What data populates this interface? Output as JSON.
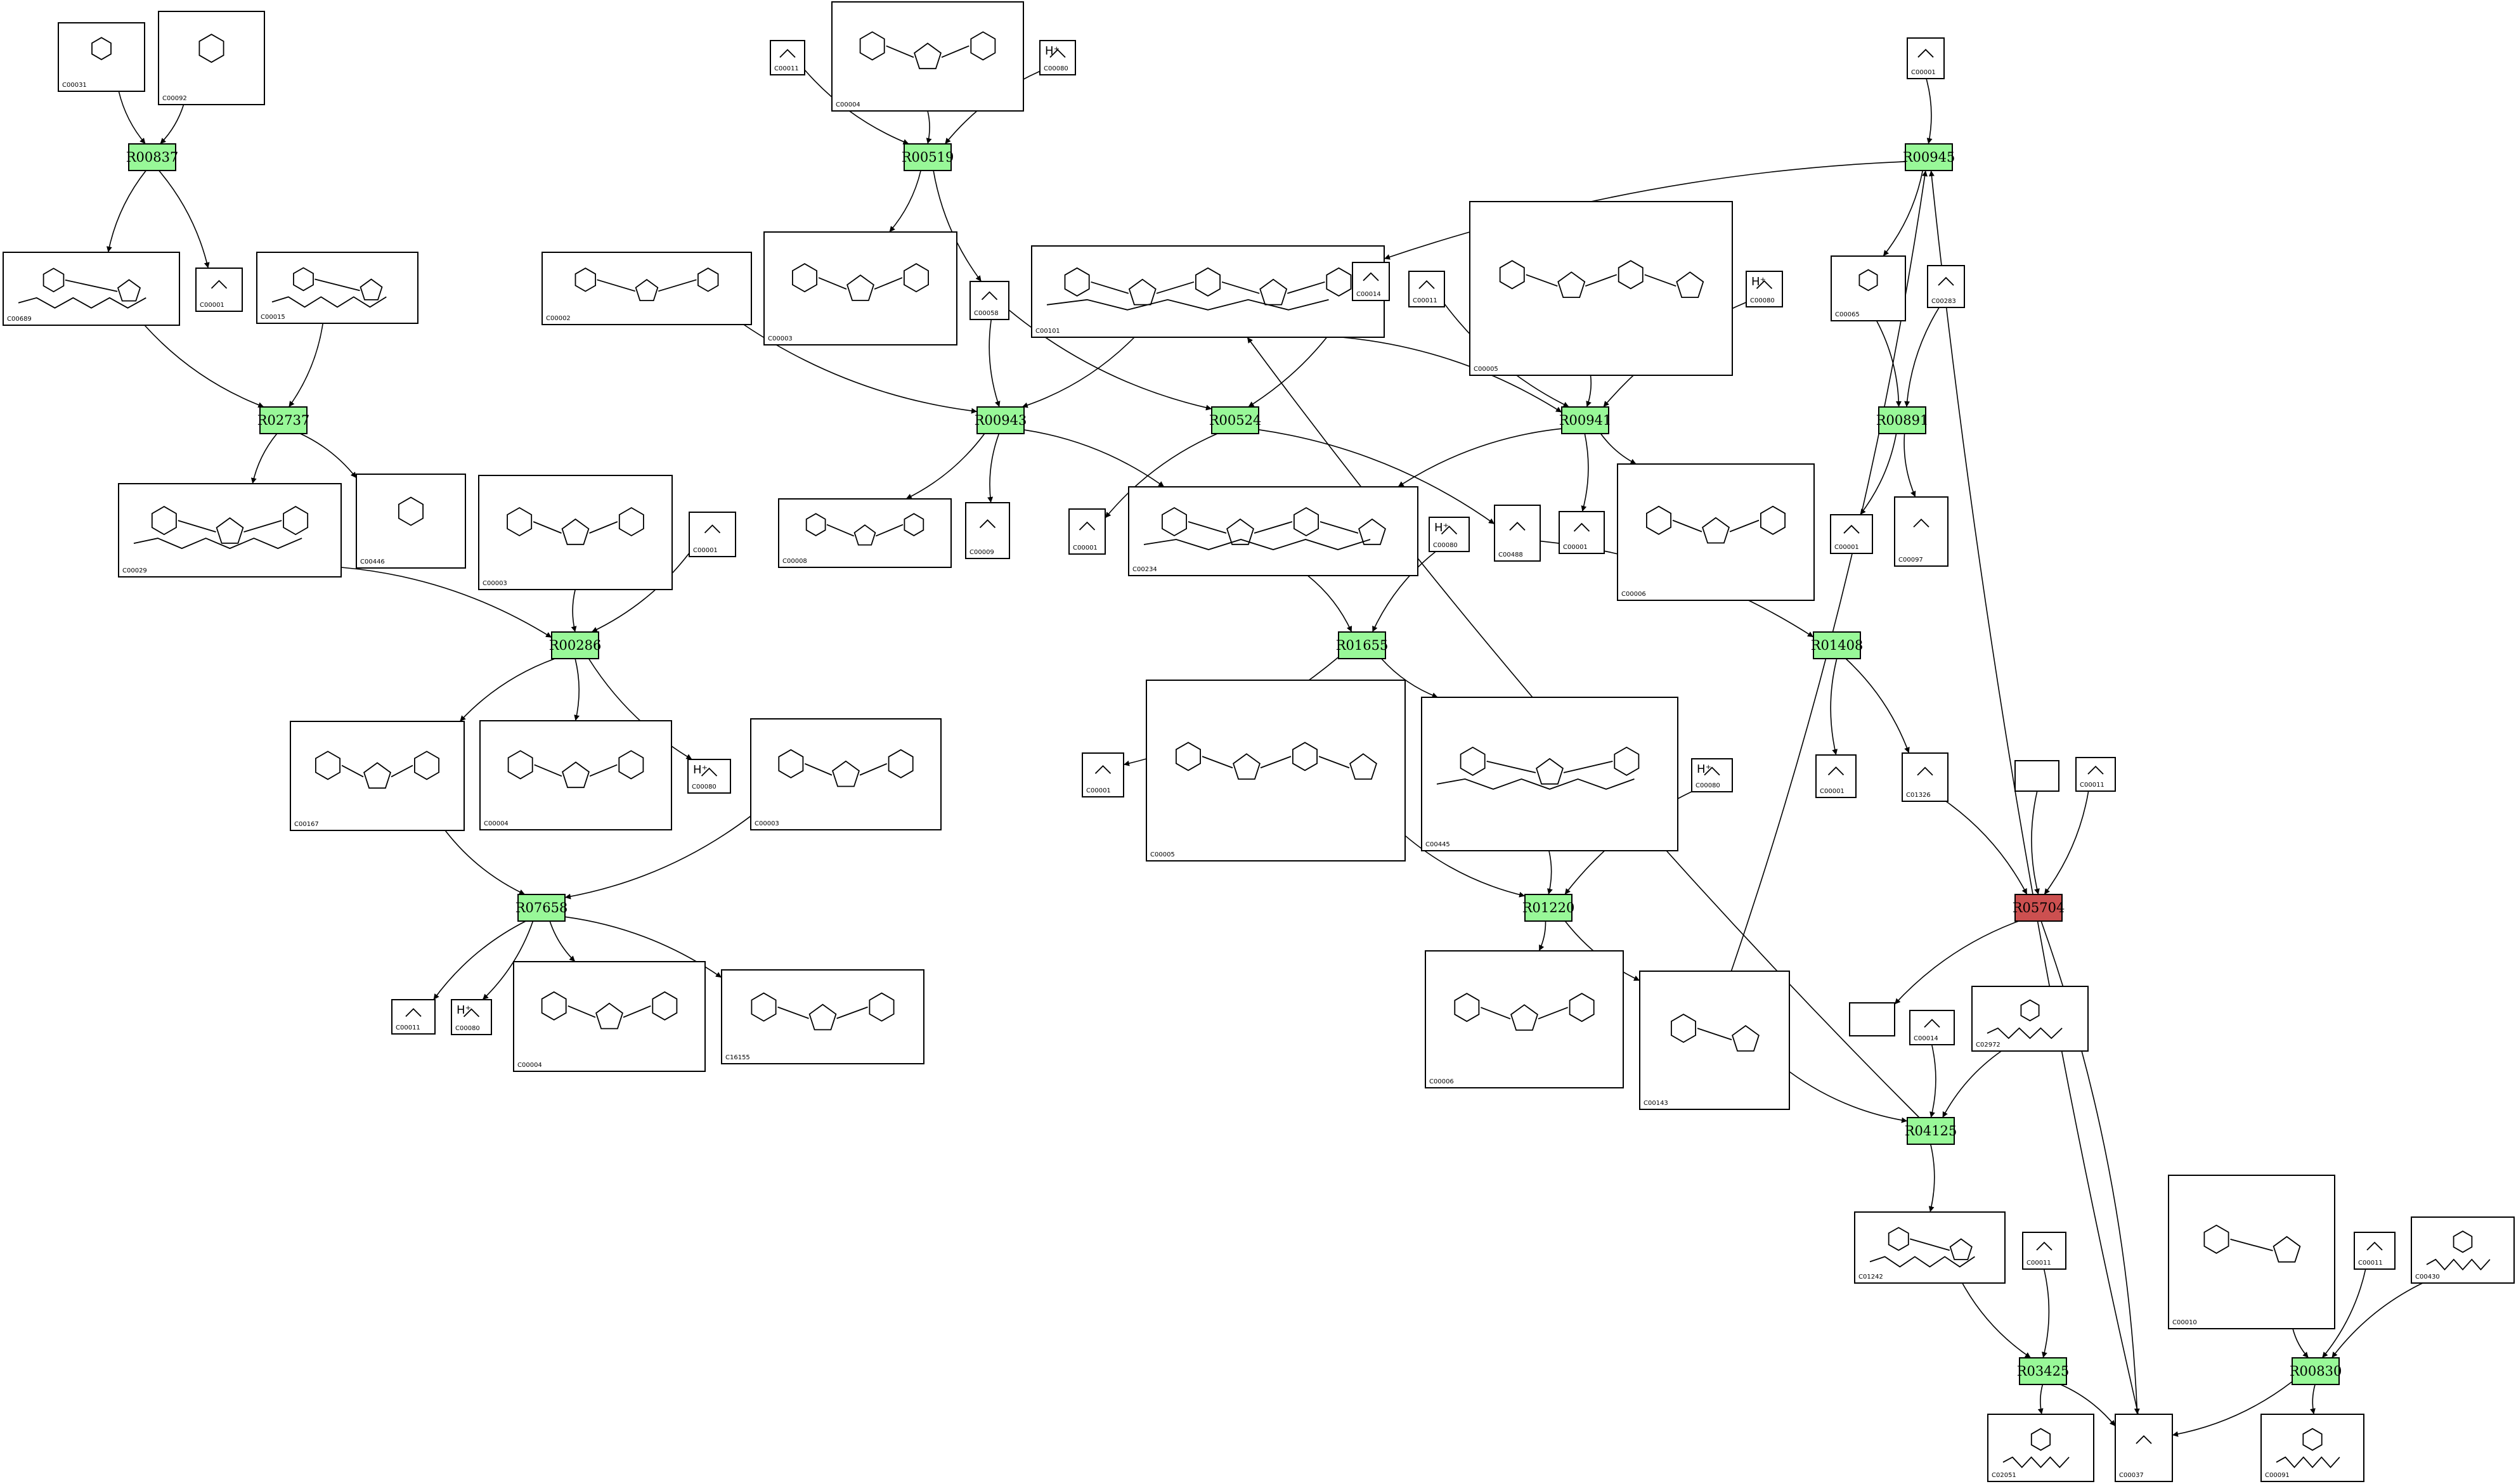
{
  "colors": {
    "reaction_fill": "#98F898",
    "highlight_reaction_fill": "#CC5050",
    "line": "#000000",
    "background": "#FFFFFF"
  },
  "reactions": [
    {
      "id": "R00837",
      "highlight": false
    },
    {
      "id": "R00519",
      "highlight": false
    },
    {
      "id": "R00945",
      "highlight": false
    },
    {
      "id": "R02737",
      "highlight": false
    },
    {
      "id": "R00943",
      "highlight": false
    },
    {
      "id": "R00524",
      "highlight": false
    },
    {
      "id": "R00941",
      "highlight": false
    },
    {
      "id": "R00891",
      "highlight": false
    },
    {
      "id": "R00286",
      "highlight": false
    },
    {
      "id": "R01655",
      "highlight": false
    },
    {
      "id": "R01408",
      "highlight": false
    },
    {
      "id": "R07658",
      "highlight": false
    },
    {
      "id": "R01220",
      "highlight": false
    },
    {
      "id": "R05704",
      "highlight": true
    },
    {
      "id": "R04125",
      "highlight": false
    },
    {
      "id": "R03425",
      "highlight": false
    },
    {
      "id": "R00830",
      "highlight": false
    }
  ],
  "compounds": [
    {
      "id": "C00031",
      "formula": ""
    },
    {
      "id": "C00092",
      "formula": ""
    },
    {
      "id": "C00011",
      "formula": ""
    },
    {
      "id": "C00004",
      "formula": ""
    },
    {
      "id": "C00080",
      "formula": "H⁺"
    },
    {
      "id": "C00001",
      "formula": ""
    },
    {
      "id": "C00689",
      "formula": ""
    },
    {
      "id": "C00001",
      "formula": ""
    },
    {
      "id": "C00015",
      "formula": ""
    },
    {
      "id": "C00002",
      "formula": ""
    },
    {
      "id": "C00003",
      "formula": ""
    },
    {
      "id": "C00058",
      "formula": ""
    },
    {
      "id": "C00101",
      "formula": ""
    },
    {
      "id": "C00014",
      "formula": ""
    },
    {
      "id": "C00011",
      "formula": ""
    },
    {
      "id": "C00005",
      "formula": ""
    },
    {
      "id": "C00080",
      "formula": "H⁺"
    },
    {
      "id": "C00065",
      "formula": ""
    },
    {
      "id": "C00283",
      "formula": ""
    },
    {
      "id": "C00029",
      "formula": ""
    },
    {
      "id": "C00446",
      "formula": ""
    },
    {
      "id": "C00003",
      "formula": ""
    },
    {
      "id": "C00001",
      "formula": ""
    },
    {
      "id": "C00008",
      "formula": ""
    },
    {
      "id": "C00009",
      "formula": ""
    },
    {
      "id": "C00001",
      "formula": ""
    },
    {
      "id": "C00234",
      "formula": ""
    },
    {
      "id": "C00080",
      "formula": "H⁺"
    },
    {
      "id": "C00488",
      "formula": ""
    },
    {
      "id": "C00001",
      "formula": ""
    },
    {
      "id": "C00006",
      "formula": ""
    },
    {
      "id": "C00001",
      "formula": ""
    },
    {
      "id": "C00097",
      "formula": ""
    },
    {
      "id": "C00167",
      "formula": ""
    },
    {
      "id": "C00004",
      "formula": ""
    },
    {
      "id": "C00080",
      "formula": "H⁺"
    },
    {
      "id": "C00003",
      "formula": ""
    },
    {
      "id": "C00001",
      "formula": ""
    },
    {
      "id": "C00005",
      "formula": ""
    },
    {
      "id": "C00445",
      "formula": ""
    },
    {
      "id": "C00080",
      "formula": "H⁺"
    },
    {
      "id": "C00001",
      "formula": ""
    },
    {
      "id": "C01326",
      "formula": ""
    },
    {
      "id": "",
      "formula": ""
    },
    {
      "id": "C00011",
      "formula": ""
    },
    {
      "id": "C00011",
      "formula": ""
    },
    {
      "id": "C00080",
      "formula": "H⁺"
    },
    {
      "id": "C00004",
      "formula": ""
    },
    {
      "id": "C16155",
      "formula": ""
    },
    {
      "id": "C00006",
      "formula": ""
    },
    {
      "id": "C00143",
      "formula": ""
    },
    {
      "id": "",
      "formula": ""
    },
    {
      "id": "C00014",
      "formula": ""
    },
    {
      "id": "C02972",
      "formula": ""
    },
    {
      "id": "C01242",
      "formula": ""
    },
    {
      "id": "C00011",
      "formula": ""
    },
    {
      "id": "C00010",
      "formula": ""
    },
    {
      "id": "C00011",
      "formula": ""
    },
    {
      "id": "C00430",
      "formula": ""
    },
    {
      "id": "C02051",
      "formula": ""
    },
    {
      "id": "C00037",
      "formula": ""
    },
    {
      "id": "C00091",
      "formula": ""
    }
  ]
}
